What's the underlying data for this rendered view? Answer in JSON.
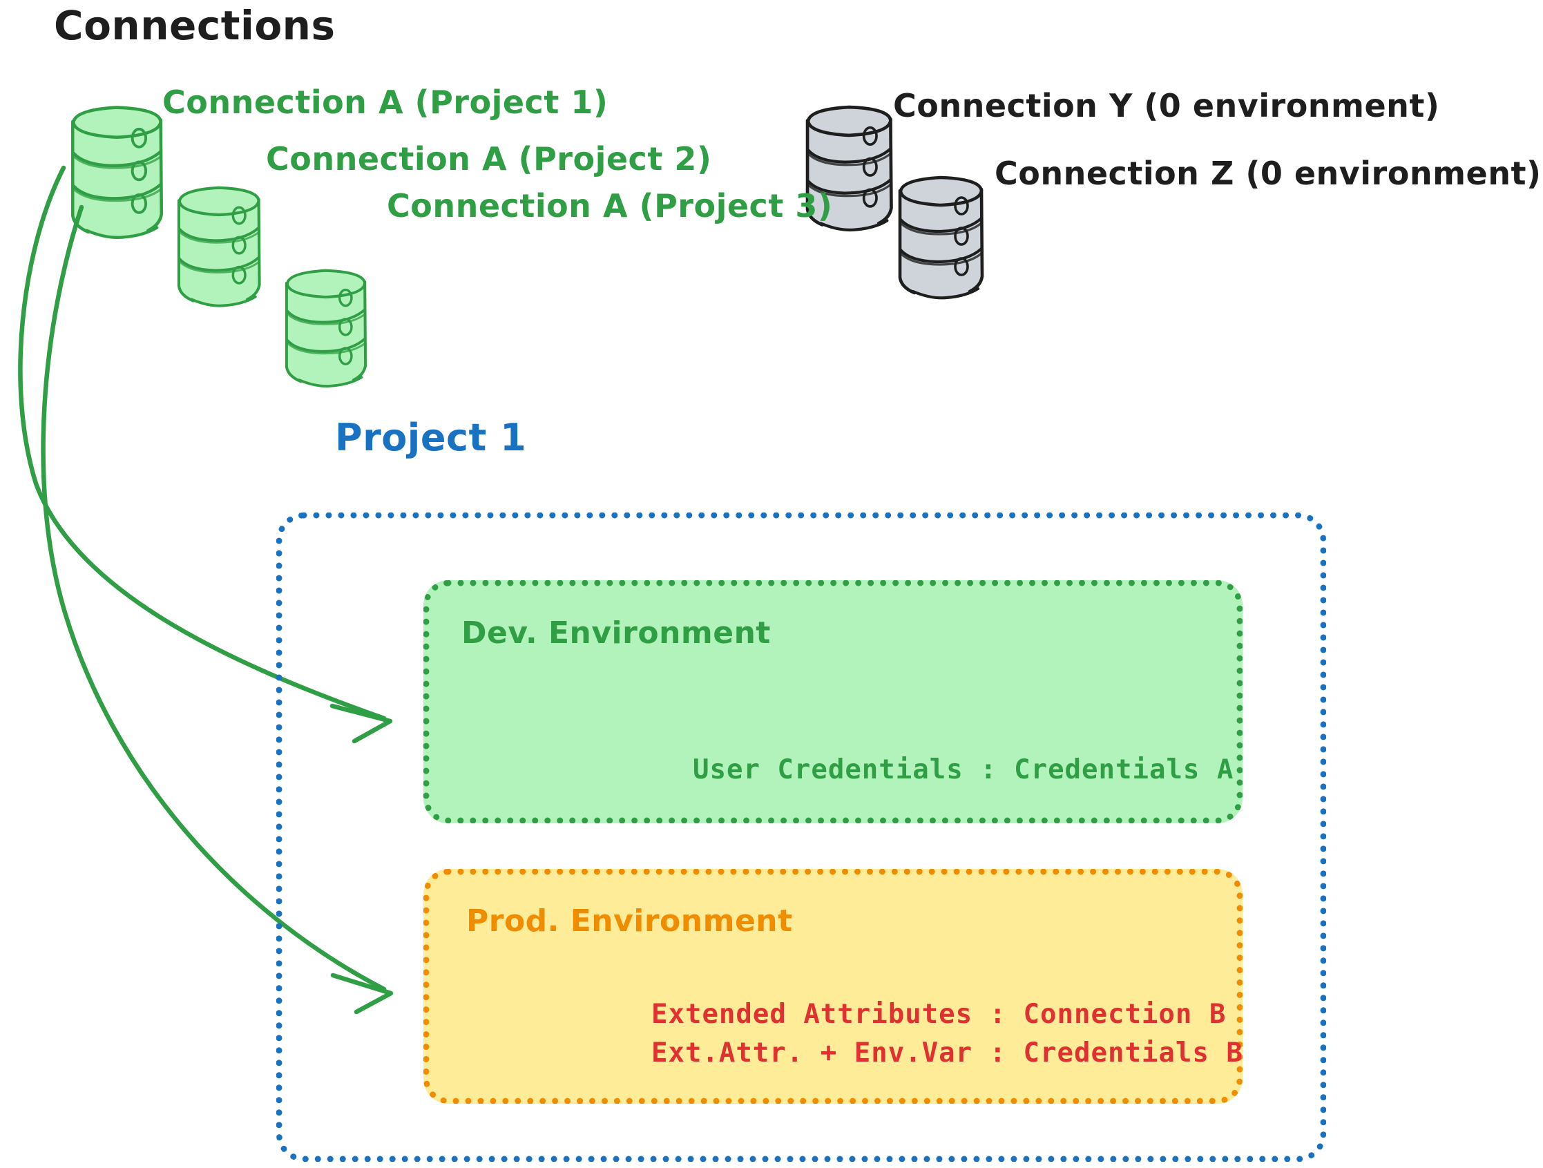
{
  "title": "Connections",
  "colors": {
    "ink": "#1e1e1e",
    "green_stroke": "#2f9e44",
    "green_fill": "#b2f2bb",
    "gray_fill": "#ced4da",
    "blue": "#1971c2",
    "orange": "#f08c00",
    "yellow_fill": "#ffec99",
    "red": "#e03131"
  },
  "connections": {
    "green": [
      {
        "label": "Connection A (Project 1)",
        "icon": "database-icon"
      },
      {
        "label": "Connection A (Project 2)",
        "icon": "database-icon"
      },
      {
        "label": "Connection A (Project 3)",
        "icon": "database-icon"
      }
    ],
    "gray": [
      {
        "label": "Connection Y (0 environment)",
        "icon": "database-icon"
      },
      {
        "label": "Connection Z (0 environment)",
        "icon": "database-icon"
      }
    ]
  },
  "project": {
    "title": "Project 1",
    "environments": [
      {
        "name": "Dev. Environment",
        "lines": [
          "User Credentials : Credentials A"
        ]
      },
      {
        "name": "Prod. Environment",
        "lines": [
          "Extended Attributes : Connection B",
          "Ext.Attr. + Env.Var : Credentials B"
        ]
      }
    ]
  },
  "arrows": [
    {
      "from": "Connection A (Project 1)",
      "to": "Dev. Environment"
    },
    {
      "from": "Connection A (Project 1)",
      "to": "Prod. Environment"
    }
  ]
}
